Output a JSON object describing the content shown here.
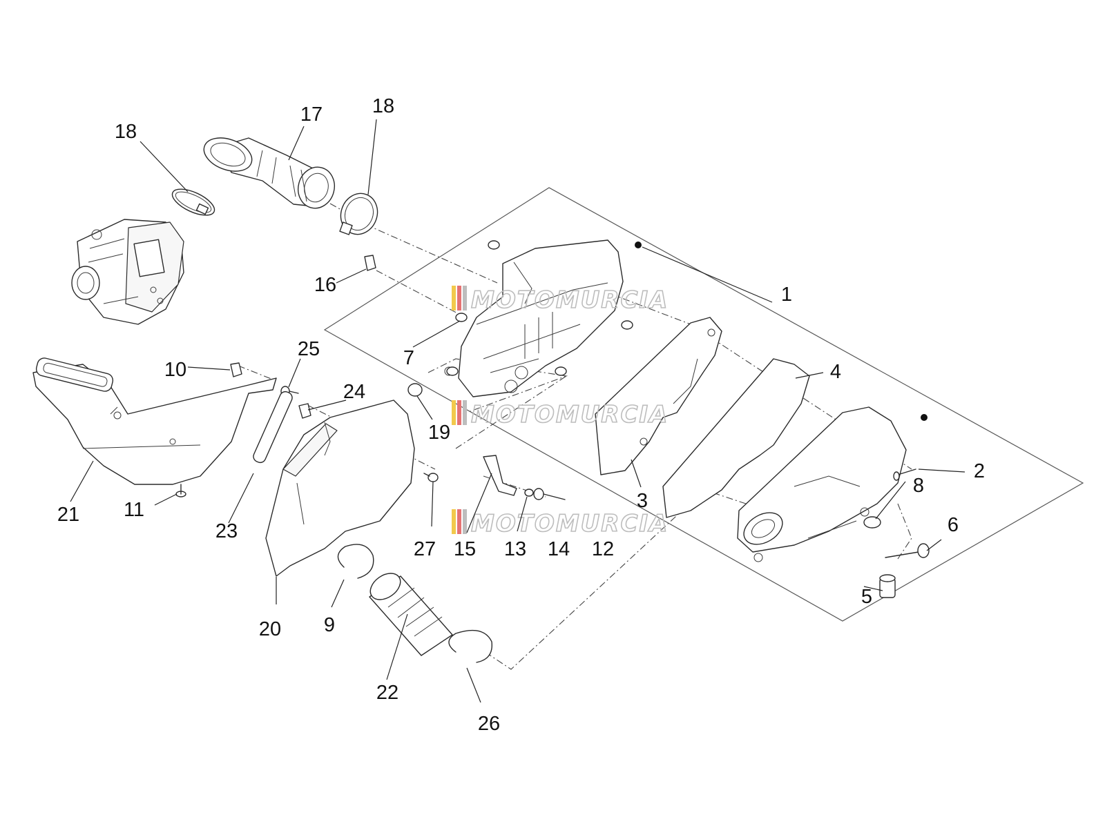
{
  "watermark": {
    "text": "MOTOMURCIA",
    "bar_colors": [
      "#f2c94c",
      "#e57373",
      "#bdbdbd"
    ]
  },
  "callouts": [
    {
      "id": "1",
      "label": "1"
    },
    {
      "id": "2",
      "label": "2"
    },
    {
      "id": "3",
      "label": "3"
    },
    {
      "id": "4",
      "label": "4"
    },
    {
      "id": "5",
      "label": "5"
    },
    {
      "id": "6",
      "label": "6"
    },
    {
      "id": "7",
      "label": "7"
    },
    {
      "id": "8",
      "label": "8"
    },
    {
      "id": "9",
      "label": "9"
    },
    {
      "id": "10",
      "label": "10"
    },
    {
      "id": "11",
      "label": "11"
    },
    {
      "id": "12",
      "label": "12"
    },
    {
      "id": "13",
      "label": "13"
    },
    {
      "id": "14",
      "label": "14"
    },
    {
      "id": "15",
      "label": "15"
    },
    {
      "id": "16",
      "label": "16"
    },
    {
      "id": "17",
      "label": "17"
    },
    {
      "id": "18a",
      "label": "18"
    },
    {
      "id": "18b",
      "label": "18"
    },
    {
      "id": "19",
      "label": "19"
    },
    {
      "id": "20",
      "label": "20"
    },
    {
      "id": "21",
      "label": "21"
    },
    {
      "id": "22",
      "label": "22"
    },
    {
      "id": "23",
      "label": "23"
    },
    {
      "id": "24",
      "label": "24"
    },
    {
      "id": "25",
      "label": "25"
    },
    {
      "id": "26",
      "label": "26"
    },
    {
      "id": "27",
      "label": "27"
    }
  ]
}
